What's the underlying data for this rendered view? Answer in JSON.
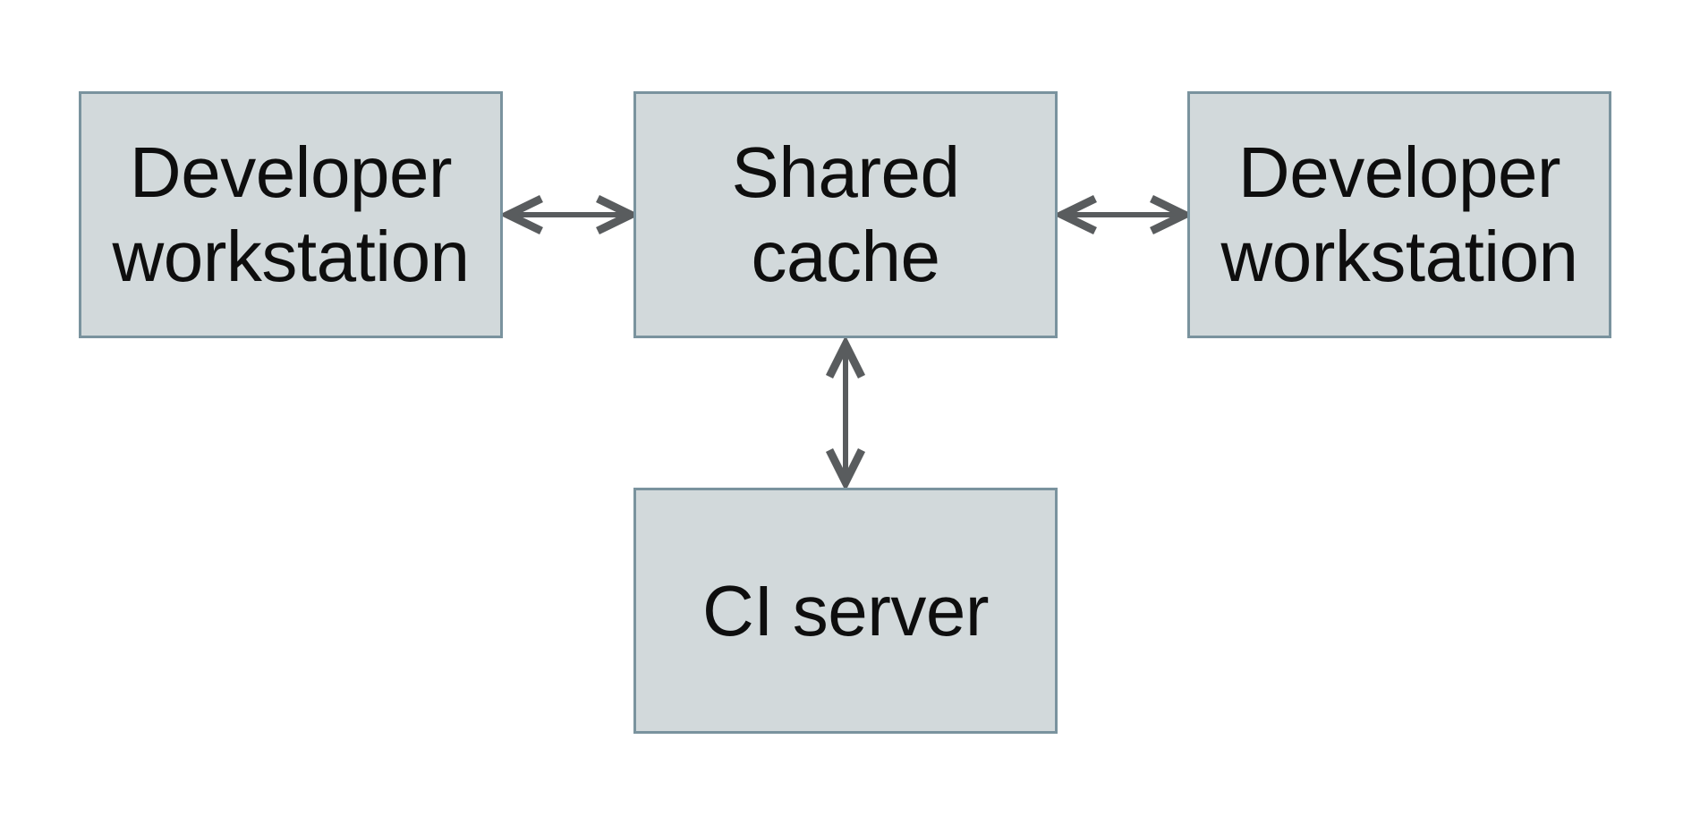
{
  "diagram": {
    "type": "architecture-diagram",
    "background_color": "#ffffff",
    "node_fill_color": "#d2d9db",
    "node_border_color": "#7a939e",
    "arrow_color": "#595c5e",
    "text_color": "#0e0e0e",
    "nodes": [
      {
        "id": "dev-left",
        "label": "Developer workstation"
      },
      {
        "id": "shared-cache",
        "label": "Shared cache"
      },
      {
        "id": "dev-right",
        "label": "Developer workstation"
      },
      {
        "id": "ci-server",
        "label": "CI server"
      }
    ],
    "edges": [
      {
        "from": "dev-left",
        "to": "shared-cache",
        "direction": "bidirectional"
      },
      {
        "from": "shared-cache",
        "to": "dev-right",
        "direction": "bidirectional"
      },
      {
        "from": "shared-cache",
        "to": "ci-server",
        "direction": "bidirectional"
      }
    ]
  }
}
